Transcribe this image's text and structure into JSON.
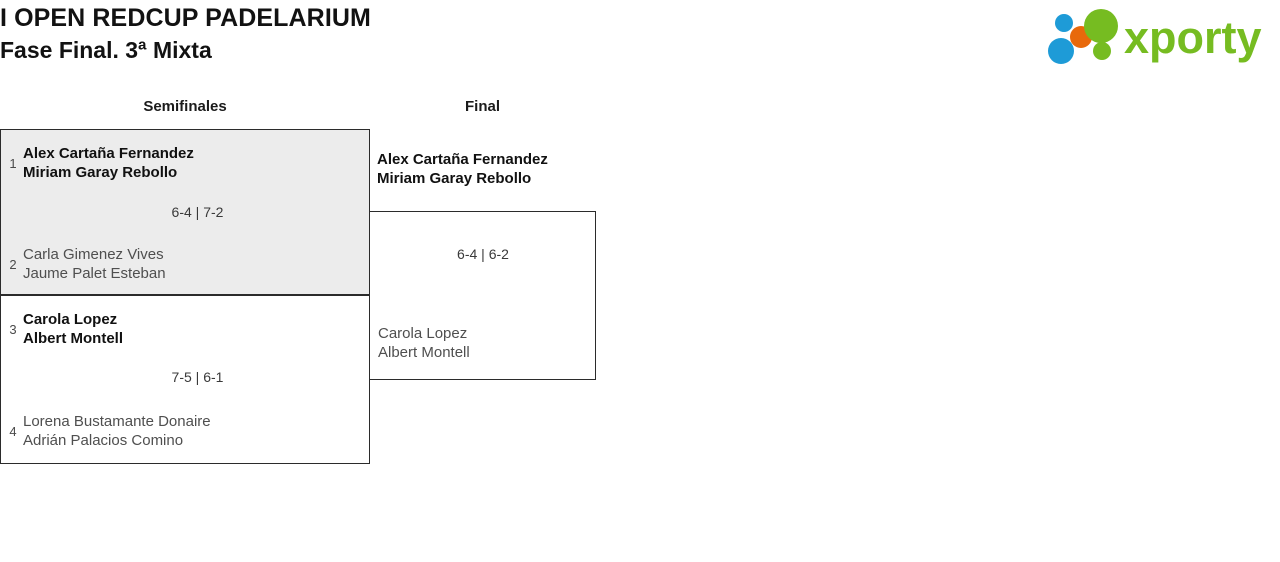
{
  "header": {
    "title_line1": "I OPEN REDCUP PADELARIUM",
    "title_line2": "Fase Final. 3ª Mixta",
    "logo_text": "xporty"
  },
  "colors": {
    "logo_green": "#76bc21",
    "logo_blue": "#1e9bd7",
    "logo_orange": "#e8690b",
    "box_border": "#2b2b2b",
    "highlight_fill": "#ececec",
    "winner_text": "#111111",
    "loser_text": "#4f4f4f"
  },
  "rounds": [
    {
      "label": "Semifinales"
    },
    {
      "label": "Final"
    }
  ],
  "matches": {
    "semifinal_1": {
      "score": "6-4 | 7-2",
      "top": {
        "seed": "1",
        "player1": "Alex Cartaña Fernandez",
        "player2": "Miriam Garay Rebollo",
        "result": "winner"
      },
      "bottom": {
        "seed": "2",
        "player1": "Carla Gimenez Vives",
        "player2": "Jaume Palet Esteban",
        "result": "loser"
      }
    },
    "semifinal_2": {
      "score": "7-5 | 6-1",
      "top": {
        "seed": "3",
        "player1": "Carola Lopez",
        "player2": "Albert Montell",
        "result": "winner"
      },
      "bottom": {
        "seed": "4",
        "player1": "Lorena Bustamante Donaire",
        "player2": "Adrián Palacios Comino",
        "result": "loser"
      }
    },
    "final": {
      "score": "6-4 | 6-2",
      "top": {
        "seed": "",
        "player1": "Alex Cartaña Fernandez",
        "player2": "Miriam Garay Rebollo",
        "result": "winner"
      },
      "bottom": {
        "seed": "",
        "player1": "Carola Lopez",
        "player2": "Albert Montell",
        "result": "loser"
      }
    }
  }
}
